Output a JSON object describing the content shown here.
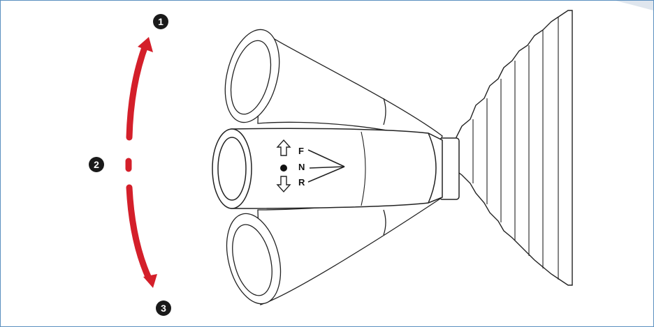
{
  "callouts": {
    "one": "1",
    "two": "2",
    "three": "3"
  },
  "gears": {
    "forward": "F",
    "neutral": "N",
    "reverse": "R"
  },
  "colors": {
    "arrow": "#d41f2a",
    "outline": "#222222",
    "badge": "#1a1a1a",
    "frame": "#5a8fbf"
  },
  "icons": {
    "up": "arrow-up-icon",
    "down": "arrow-down-icon",
    "dot": "neutral-dot-icon"
  }
}
